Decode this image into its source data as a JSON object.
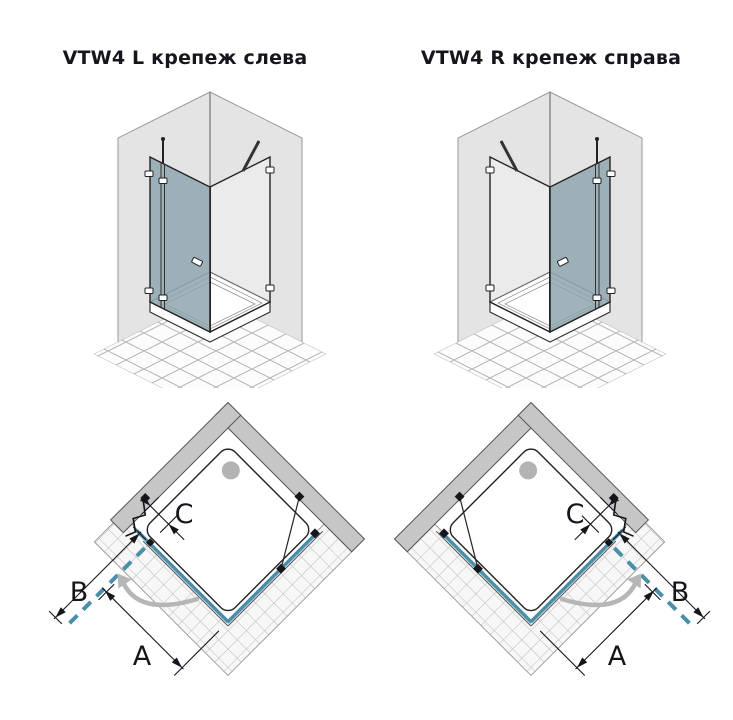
{
  "page": {
    "background": "#ffffff"
  },
  "titles": {
    "left": "VTW4 L  крепеж слева",
    "right": "VTW4 R  крепеж справа"
  },
  "diagrams": {
    "left": {
      "dims": {
        "a": "A",
        "b": "B",
        "c": "C"
      }
    },
    "right": {
      "dims": {
        "a": "A",
        "b": "B",
        "c": "C"
      }
    }
  },
  "colors": {
    "page_bg": "#ffffff",
    "ink": "#14161c",
    "glass_teal": "#4a8fa8",
    "glass_tint": "#93a8b2",
    "wall_plan": "#c6c6c6",
    "wall_iso": "#e4e4e4",
    "wall_edge": "#9a9a9a",
    "tile_line": "#bcbcbc",
    "tile_bg": "#f7f7f7",
    "drain": "#b3b3b3",
    "swing": "#b6b6b6"
  }
}
